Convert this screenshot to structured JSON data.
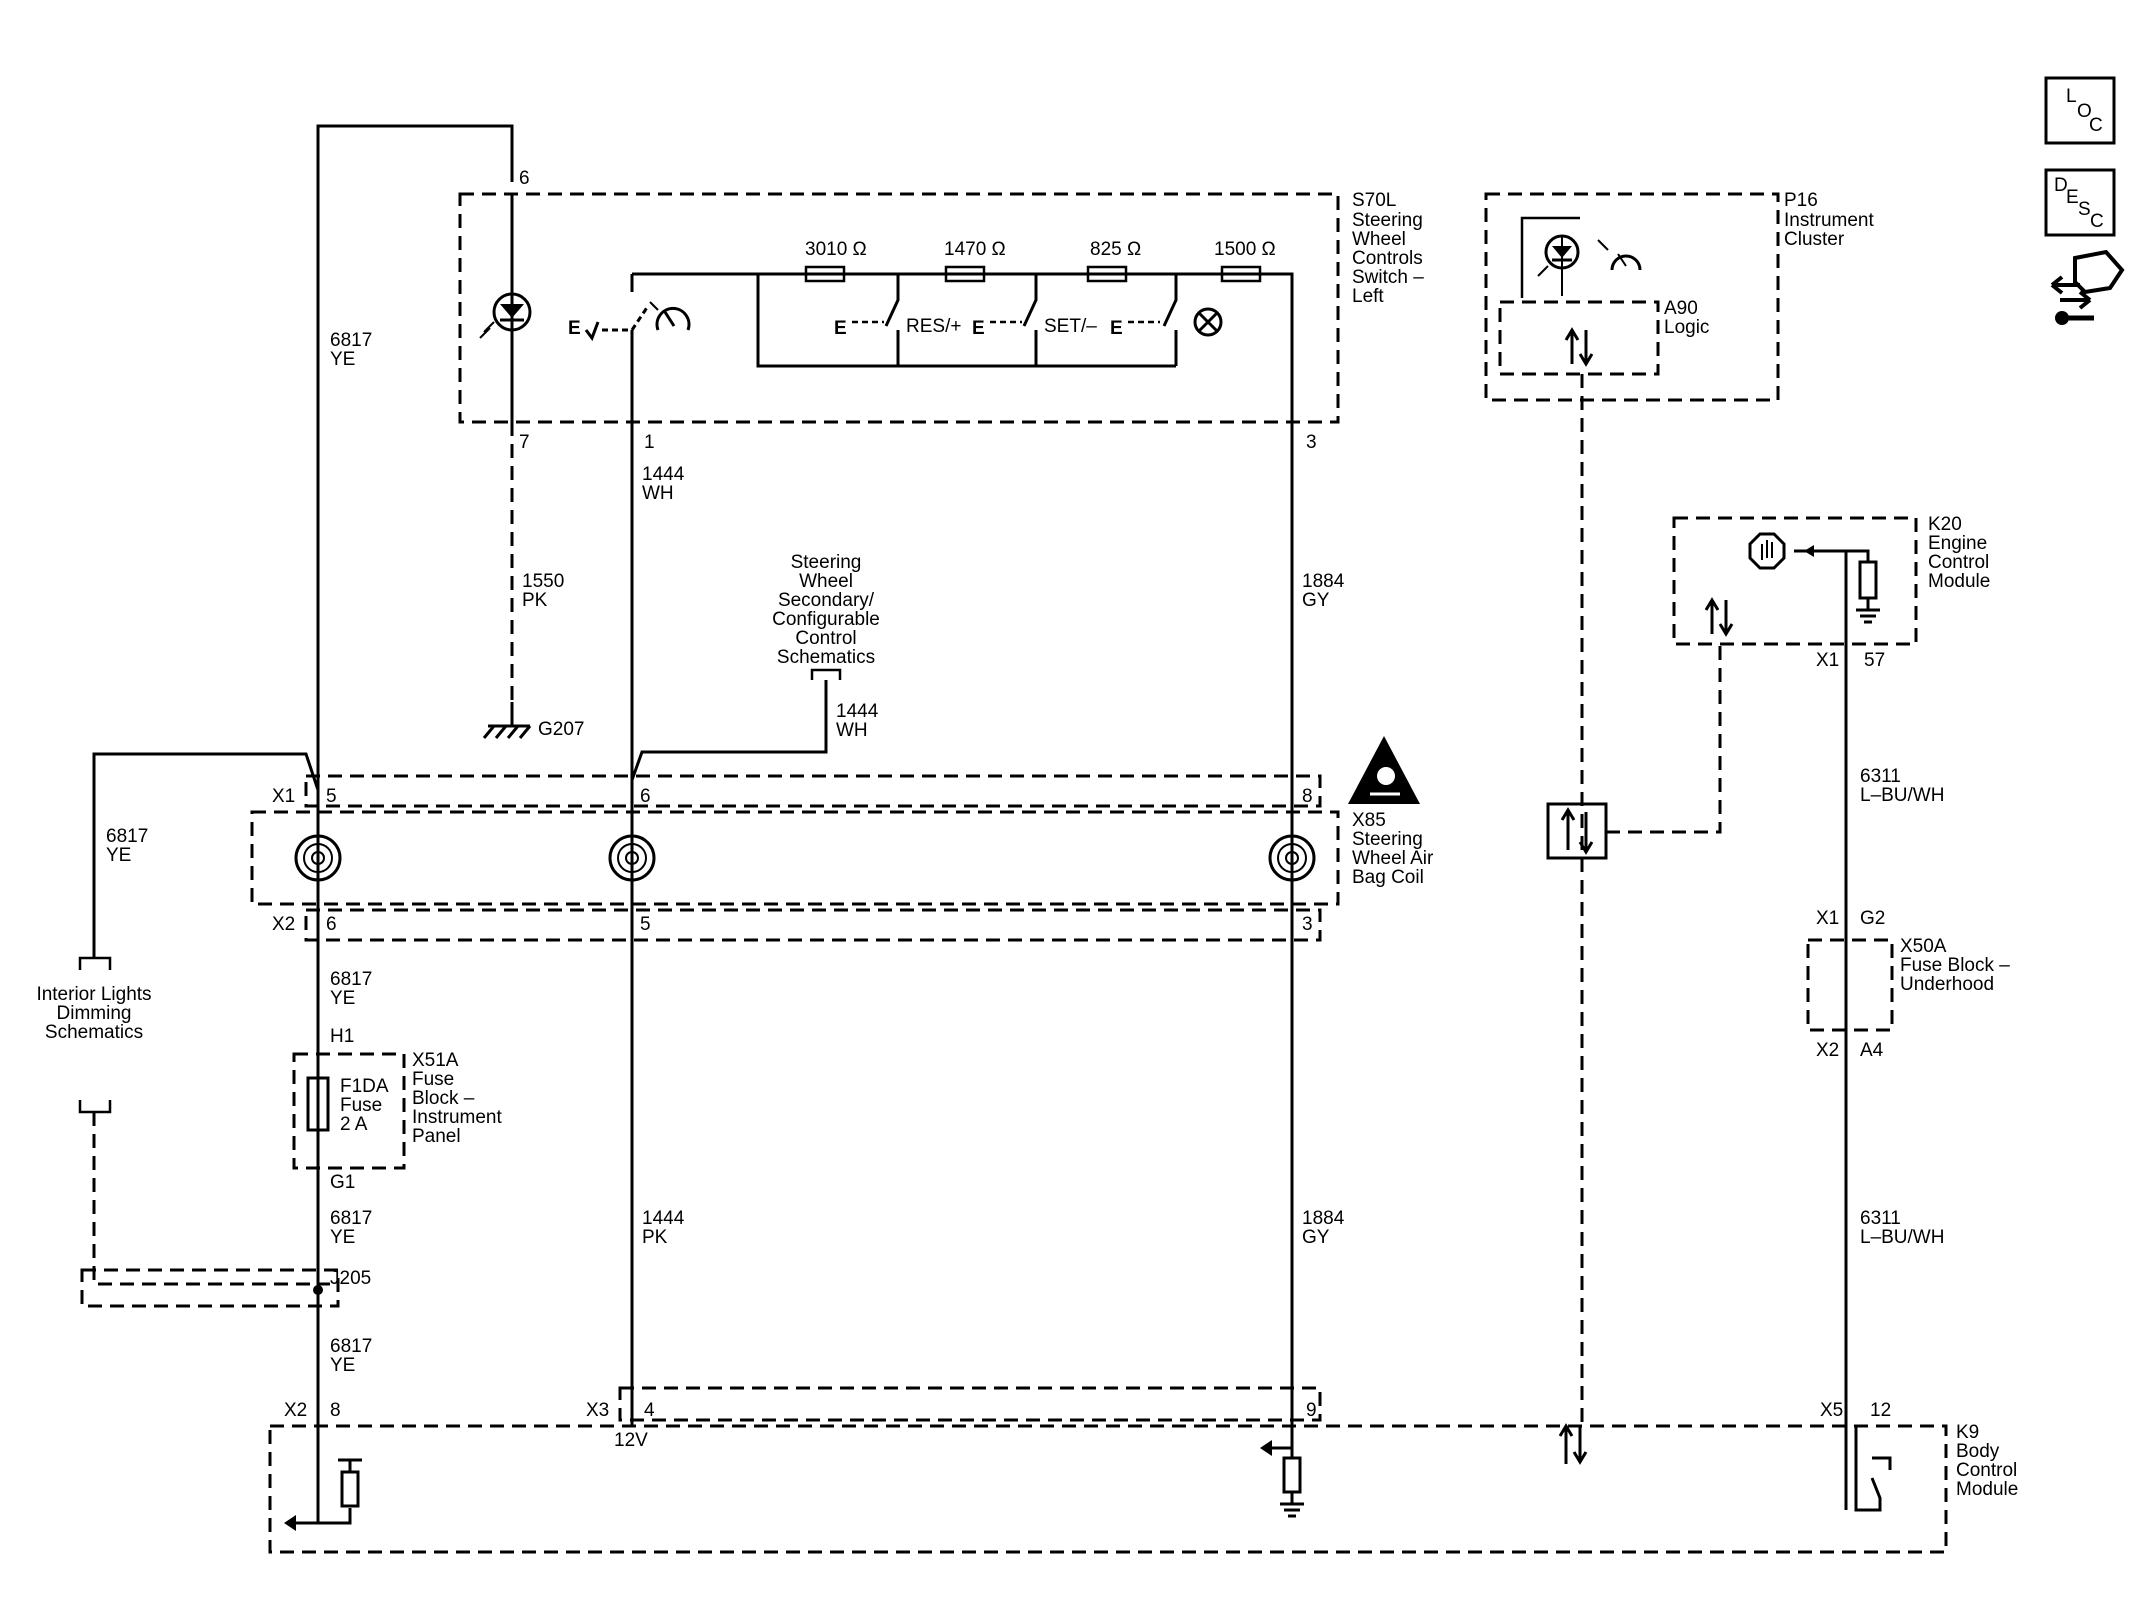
{
  "nav": {
    "loc": {
      "l": "L",
      "o": "O",
      "c": "C"
    },
    "desc": {
      "d": "D",
      "e": "E",
      "s": "S",
      "c": "C"
    }
  },
  "components": {
    "s70l": [
      "S70L",
      "Steering",
      "Wheel",
      "Controls",
      "Switch –",
      "Left"
    ],
    "p16": [
      "P16",
      "Instrument",
      "Cluster"
    ],
    "a90": [
      "A90",
      "Logic"
    ],
    "k20": [
      "K20",
      "Engine",
      "Control",
      "Module"
    ],
    "x85": [
      "X85",
      "Steering",
      "Wheel Air",
      "Bag Coil"
    ],
    "x50a": [
      "X50A",
      "Fuse Block –",
      "Underhood"
    ],
    "x51a": [
      "X51A",
      "Fuse",
      "Block –",
      "Instrument",
      "Panel"
    ],
    "fuse": [
      "F1DA",
      "Fuse",
      "2 A"
    ],
    "k9": [
      "K9",
      "Body",
      "Control",
      "Module"
    ],
    "sw_ref": [
      "Steering",
      "Wheel",
      "Secondary/",
      "Configurable",
      "Control",
      "Schematics"
    ],
    "il_ref": [
      "Interior Lights",
      "Dimming",
      "Schematics"
    ]
  },
  "resistors": [
    "3010 Ω",
    "1470 Ω",
    "825 Ω",
    "1500 Ω"
  ],
  "switches": {
    "res": "RES/+",
    "set": "SET/–"
  },
  "wires": {
    "w6817": [
      "6817",
      "YE"
    ],
    "w1444wh": [
      "1444",
      "WH"
    ],
    "w1550": [
      "1550",
      "PK"
    ],
    "w1884": [
      "1884",
      "GY"
    ],
    "w1444pk": [
      "1444",
      "PK"
    ],
    "w6311": [
      "6311",
      "L–BU/WH"
    ]
  },
  "pins": {
    "p6": "6",
    "p7": "7",
    "p1": "1",
    "p3": "3",
    "x1": "X1",
    "x1p5": "5",
    "x1p6": "6",
    "x1p8": "8",
    "x2": "X2",
    "x2p6": "6",
    "x2p5": "5",
    "x2p3": "3",
    "h1": "H1",
    "g1": "G1",
    "j205": "J205",
    "g207": "G207",
    "k9x2": "X2",
    "k9p8": "8",
    "k9x3": "X3",
    "k9p4": "4",
    "k9p9": "9",
    "k9x5": "X5",
    "k9p12": "12",
    "v12": "12V",
    "k20x1": "X1",
    "k20p57": "57",
    "x50x1": "X1",
    "x50g2": "G2",
    "x50x2": "X2",
    "x50a4": "A4"
  }
}
